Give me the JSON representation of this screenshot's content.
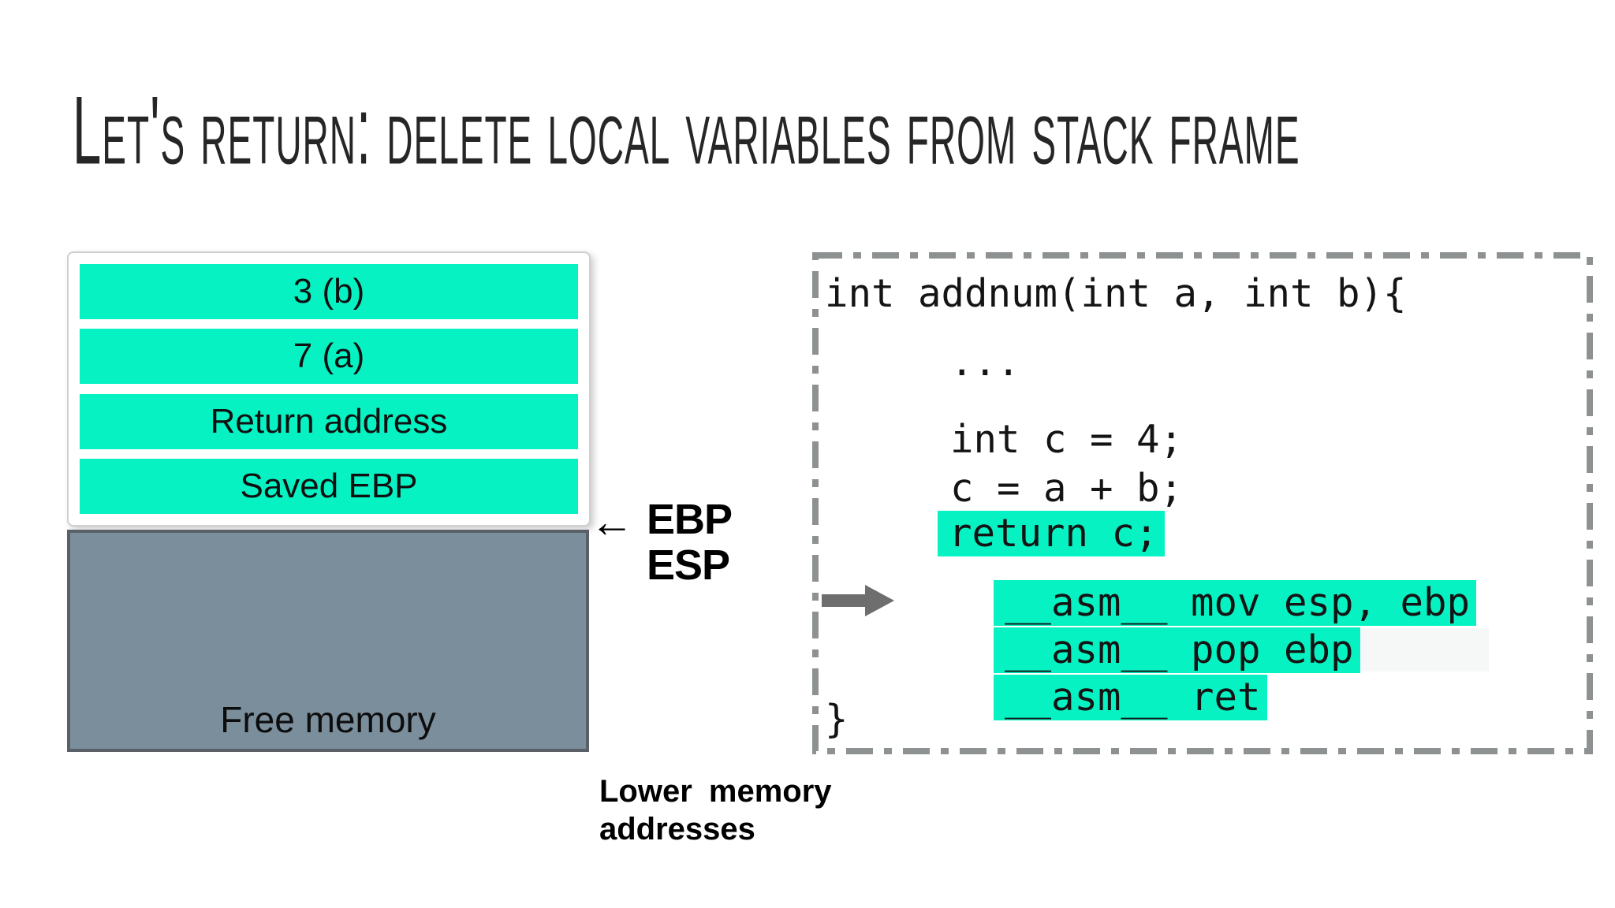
{
  "slide": {
    "title": "Let's return: delete local variables from stack frame"
  },
  "stack_diagram": {
    "cells": [
      {
        "label": "3 (b)"
      },
      {
        "label": "7 (a)"
      },
      {
        "label": "Return address"
      },
      {
        "label": "Saved EBP"
      }
    ],
    "free_memory_label": "Free memory",
    "pointers": {
      "arrow_glyph": "←",
      "ebp_label": "EBP",
      "esp_label": "ESP"
    },
    "lower_memory_line1": "Lower memory",
    "lower_memory_line2": "addresses"
  },
  "code_panel": {
    "lines": [
      "int addnum(int a, int b){",
      "...",
      "int c = 4;",
      "c = a + b;",
      "return c;",
      "__asm__ mov esp, ebp",
      "__asm__ pop ebp",
      "__asm__ ret",
      "}"
    ]
  },
  "colors": {
    "highlight_green": "#07f2c3",
    "free_memory_gray": "#7b8e9c",
    "free_memory_border": "#596067",
    "dashed_border_gray": "#8d9191",
    "arrow_gray": "#6e6e6e"
  }
}
